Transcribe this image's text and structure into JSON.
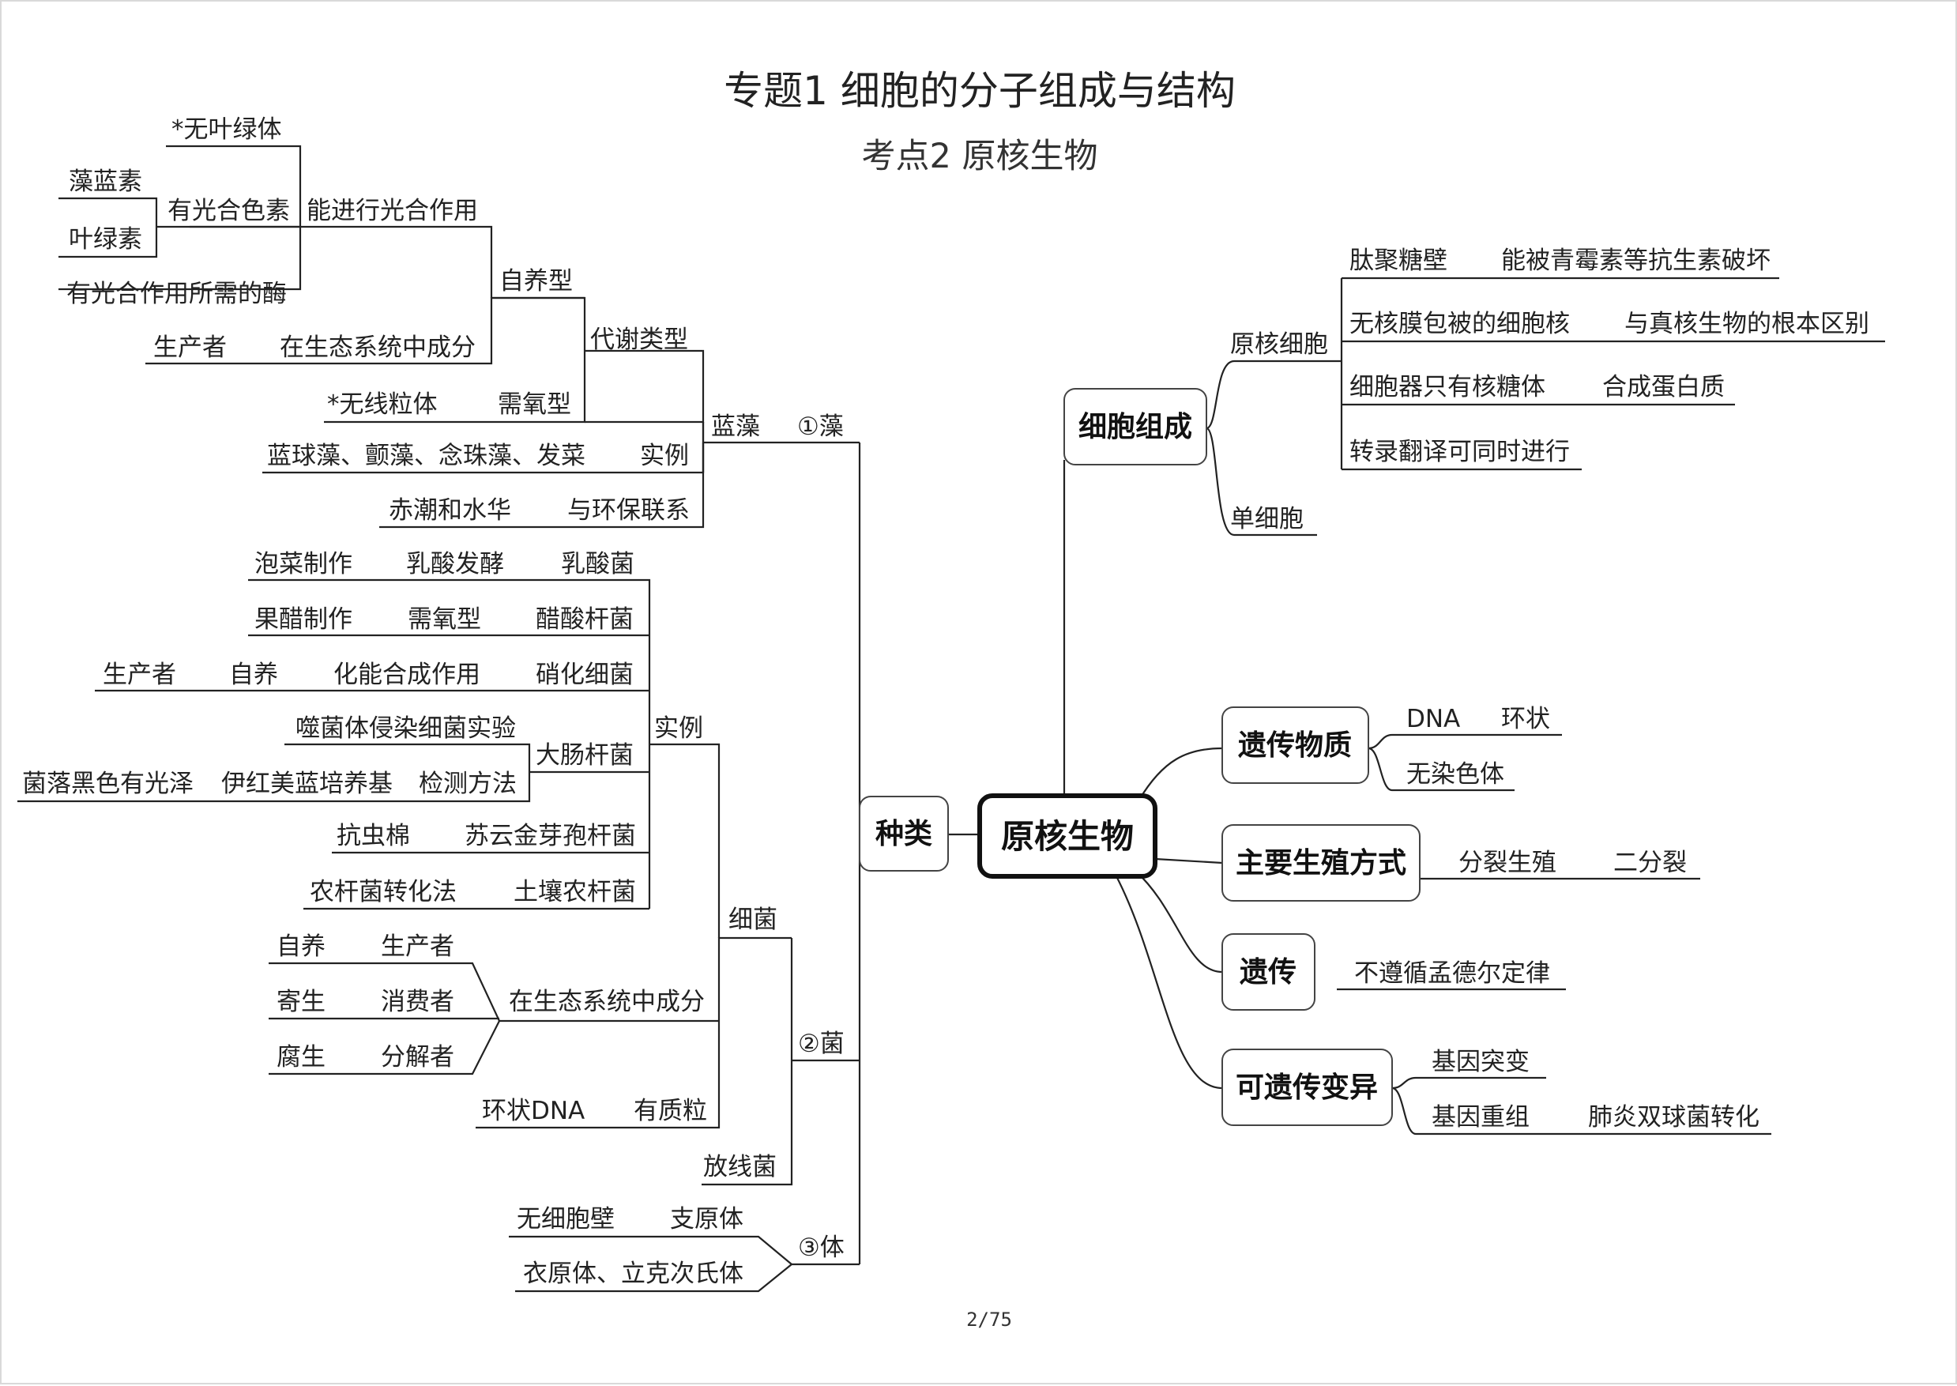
{
  "title": "专题1  细胞的分子组成与结构",
  "subtitle": "考点2  原核生物",
  "center": "原核生物",
  "page_number": "2/75",
  "left": {
    "zhonglei": "种类",
    "zao": "①藻",
    "lanzao": "蓝藻",
    "daixie": "代谢类型",
    "ziyang": "自养型",
    "guanghe": "能进行光合作用",
    "wuyelv": "*无叶绿体",
    "youguangse": "有光合色素",
    "zaolansu": "藻蓝素",
    "yelvsu": "叶绿素",
    "mei": "有光合作用所需的酶",
    "shengchan": "生产者",
    "chengfen1": "在生态系统中成分",
    "xuyang": "需氧型",
    "wuxian": "*无线粒体",
    "shili": "实例",
    "lanqiu": "蓝球藻、颤藻、念珠藻、发菜",
    "huanbao": "与环保联系",
    "chichao": "赤潮和水华",
    "jun": "②菌",
    "xijun": "细菌",
    "shili2": "实例",
    "ruj_a": "泡菜制作",
    "ruj_b": "乳酸发酵",
    "ruj_c": "乳酸菌",
    "cu_a": "果醋制作",
    "cu_b": "需氧型",
    "cu_c": "醋酸杆菌",
    "xh_a": "生产者",
    "xh_b": "自养",
    "xh_c": "化能合成作用",
    "xh_d": "硝化细菌",
    "dach": "大肠杆菌",
    "shiti": "噬菌体侵染细菌实验",
    "jiance": "检测方法",
    "yihong": "伊红美蓝培养基",
    "junluo": "菌落黑色有光泽",
    "kcm_a": "抗虫棉",
    "kcm_b": "苏云金芽孢杆菌",
    "ngj_a": "农杆菌转化法",
    "ngj_b": "土壤农杆菌",
    "chengfen2": "在生态系统中成分",
    "zy_a": "自养",
    "zy_b": "生产者",
    "js_a": "寄生",
    "js_b": "消费者",
    "fs_a": "腐生",
    "fs_b": "分解者",
    "zhili_a": "环状DNA",
    "zhili_b": "有质粒",
    "fangxian": "放线菌",
    "ti": "③体",
    "zhiyuan_a": "无细胞壁",
    "zhiyuan_b": "支原体",
    "yiyuan": "衣原体、立克次氏体"
  },
  "right": {
    "xibao": "细胞组成",
    "yuanhe": "原核细胞",
    "tj_a": "肽聚糖壁",
    "tj_b": "能被青霉素等抗生素破坏",
    "wh_a": "无核膜包被的细胞核",
    "wh_b": "与真核生物的根本区别",
    "hy_a": "细胞器只有核糖体",
    "hy_b": "合成蛋白质",
    "zhuanlu": "转录翻译可同时进行",
    "danxibao": "单细胞",
    "yichuan_wz": "遗传物质",
    "dna_a": "DNA",
    "dna_b": "环状",
    "wurs": "无染色体",
    "fanzhi": "主要生殖方式",
    "fz_a": "分裂生殖",
    "fz_b": "二分裂",
    "yichuan": "遗传",
    "bzx": "不遵循孟德尔定律",
    "bianyi": "可遗传变异",
    "jytb": "基因突变",
    "jycz_a": "基因重组",
    "jycz_b": "肺炎双球菌转化"
  }
}
